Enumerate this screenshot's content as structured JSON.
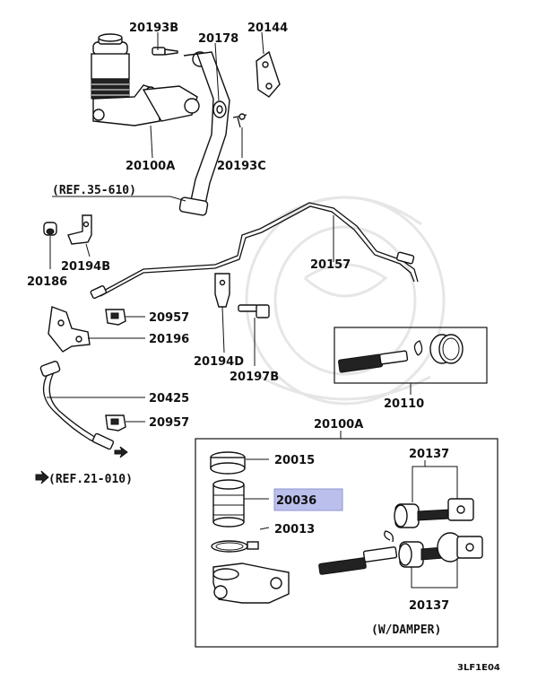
{
  "diagram": {
    "labels": {
      "p20193B": "20193B",
      "p20178": "20178",
      "p20144": "20144",
      "p20100A_top": "20100A",
      "p20193C": "20193C",
      "ref35": "(REF.35-610)",
      "p20194B": "20194B",
      "p20186": "20186",
      "p20157": "20157",
      "p20957_a": "20957",
      "p20196": "20196",
      "p20194D": "20194D",
      "p20197B": "20197B",
      "p20110": "20110",
      "p20425": "20425",
      "p20957_b": "20957",
      "ref21": "(REF.21-010)",
      "p20100A_box": "20100A",
      "p20015": "20015",
      "p20036": "20036",
      "p20013": "20013",
      "p20137_top": "20137",
      "p20137_bottom": "20137",
      "damper": "(W/DAMPER)",
      "code": "3LF1E04"
    },
    "highlight_color": "#aeb4e8"
  }
}
